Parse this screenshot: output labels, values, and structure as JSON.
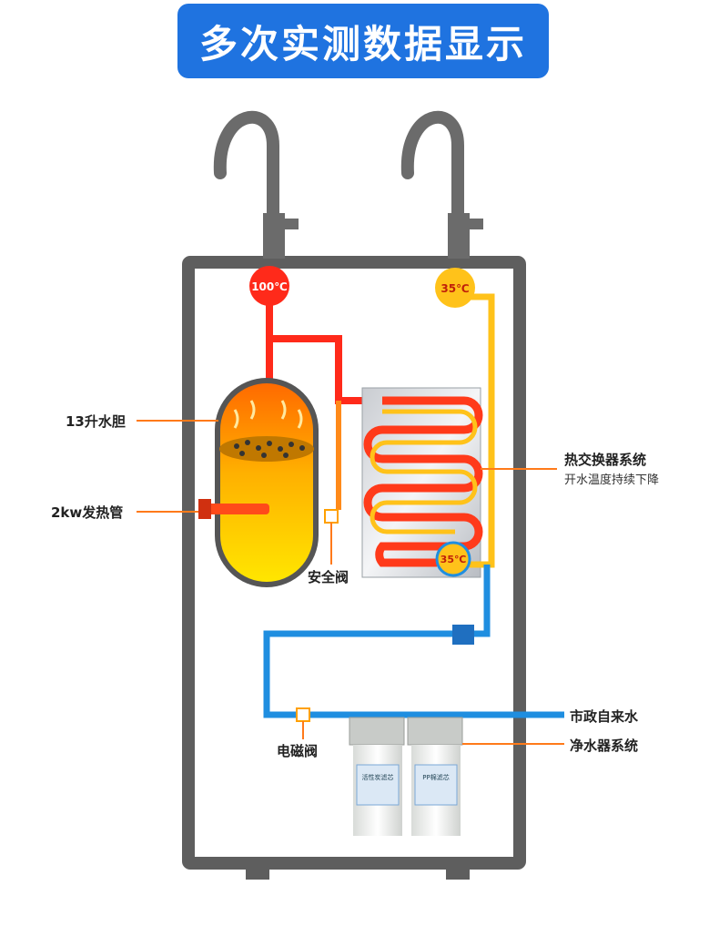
{
  "banner": {
    "title": "多次实测数据显示"
  },
  "temps": {
    "hot_outlet": "100℃",
    "warm_outlet": "35℃",
    "exchanger_inlet": "35℃"
  },
  "labels": {
    "tank": "13升水胆",
    "heater": "2kw发热管",
    "safety_valve": "安全阀",
    "heat_exchanger": "热交换器系统",
    "heat_exchanger_sub": "开水温度持续下降",
    "tap_water": "市政自来水",
    "purifier": "净水器系统",
    "solenoid_valve": "电磁阀"
  },
  "filters": {
    "left": "活性炭滤芯",
    "right": "PP棉滤芯"
  },
  "colors": {
    "hot": "#ff2a1a",
    "warm": "#ffc21a",
    "cold": "#1f8ee0",
    "frame": "#5e5e5e",
    "banner": "#1f73e0"
  }
}
